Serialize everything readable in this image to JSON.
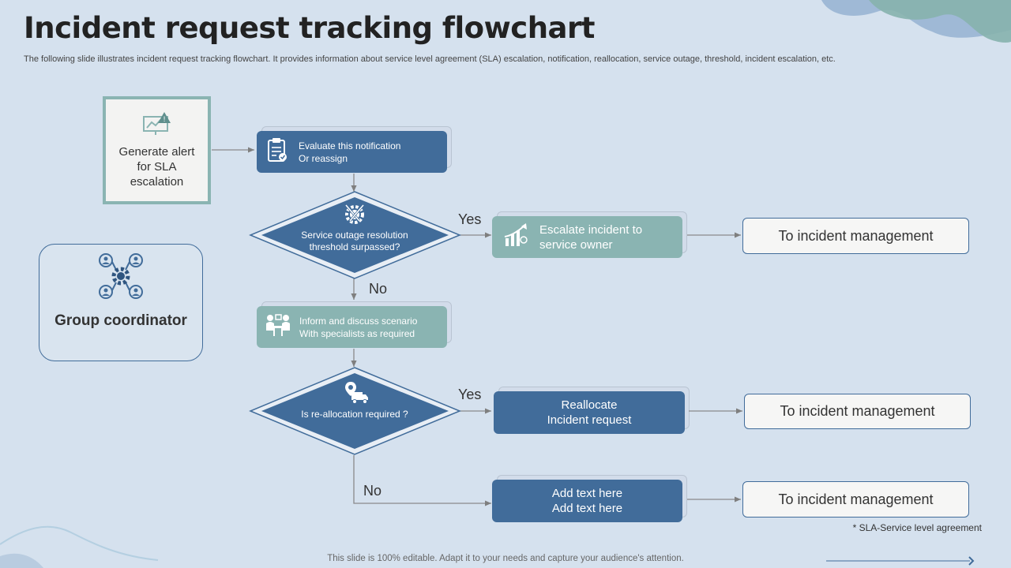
{
  "title": "Incident request tracking flowchart",
  "subtitle": "The following slide illustrates incident request tracking flowchart. It provides information about service level agreement (SLA) escalation, notification, reallocation, service outage, threshold, incident escalation, etc.",
  "alert": {
    "label": "Generate alert for SLA escalation",
    "icon": "monitor-alert-icon"
  },
  "coordinator": {
    "label": "Group coordinator",
    "icon": "team-gear-icon"
  },
  "steps": {
    "evaluate": {
      "line1": "Evaluate  this notification",
      "line2": "Or reassign",
      "icon": "clipboard-check-icon"
    },
    "decision1": {
      "line1": "Service  outage resolution",
      "line2": "threshold surpassed?",
      "icon": "wrench-gear-icon"
    },
    "escalate": {
      "line1": "Escalate incident to",
      "line2": "service owner",
      "icon": "growth-chart-icon"
    },
    "inform": {
      "line1": "Inform  and discuss scenario",
      "line2": "With specialists as required",
      "icon": "meeting-icon"
    },
    "decision2": {
      "line1": "Is re-allocation required  ?",
      "icon": "delivery-truck-icon"
    },
    "reallocate": {
      "line1": "Reallocate",
      "line2": "Incident request"
    },
    "addtext": {
      "line1": "Add text here",
      "line2": "Add text here"
    }
  },
  "branches": {
    "yes": "Yes",
    "no": "No"
  },
  "destinations": [
    "To incident management",
    "To incident management",
    "To incident management"
  ],
  "footnote": "* SLA-Service level agreement",
  "footer": "This slide is 100% editable. Adapt it to your needs and capture your audience's attention.",
  "colors": {
    "blue": "#416c9a",
    "teal": "#8ab4b2",
    "background": "#d5e1ee"
  }
}
